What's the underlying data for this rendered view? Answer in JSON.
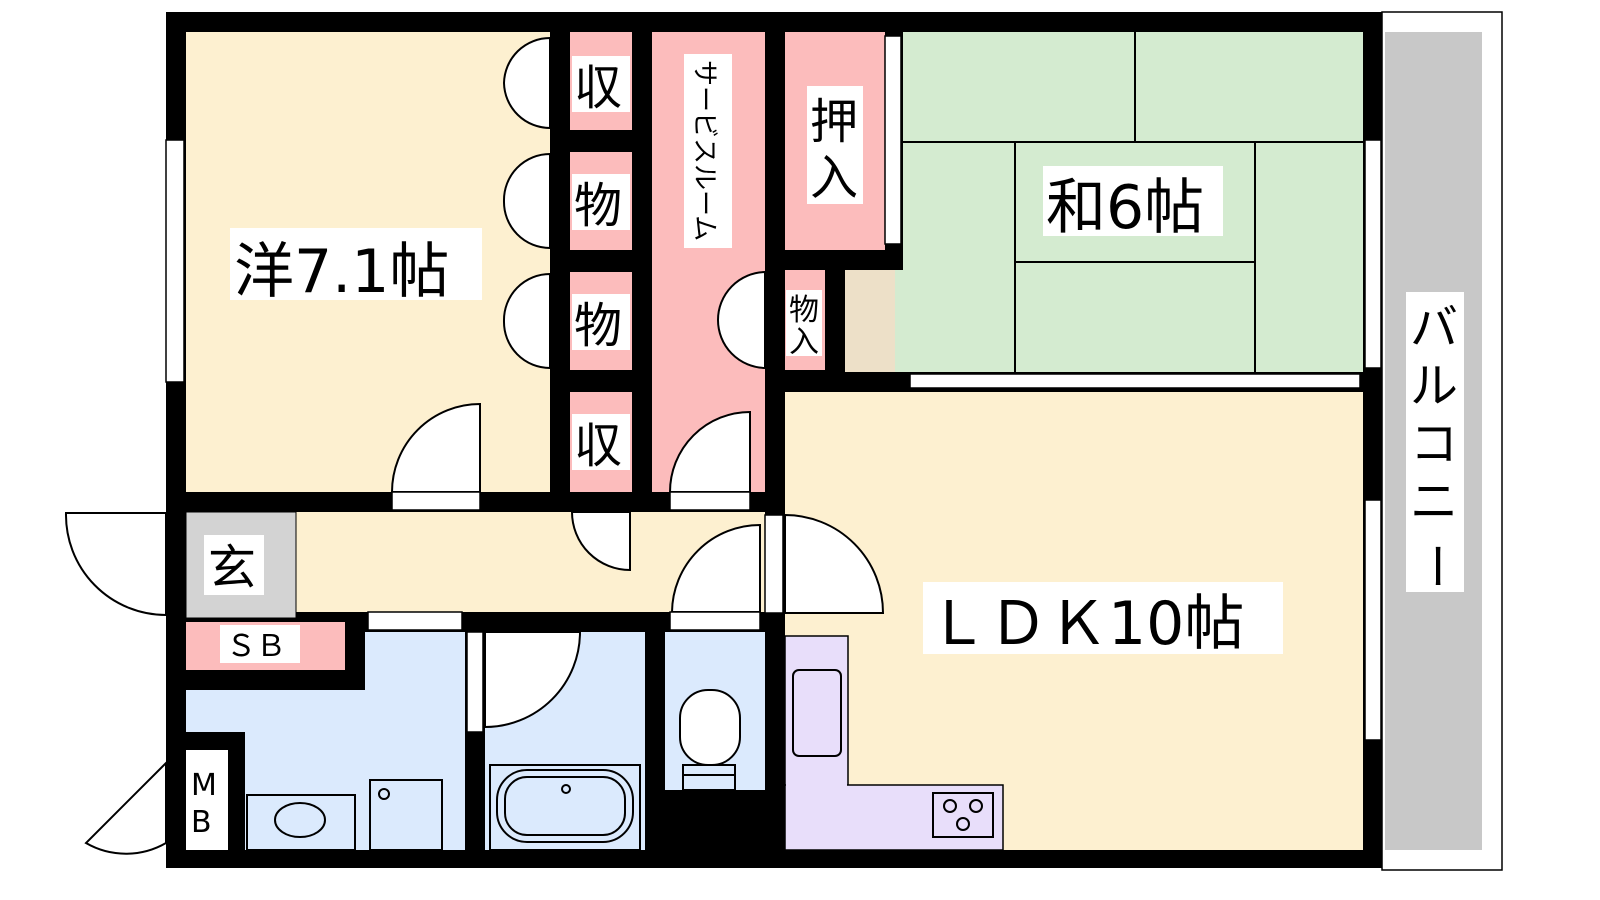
{
  "rooms": {
    "western": "洋7.1帖",
    "japanese": "和6帖",
    "ldk": "ＬＤＫ10帖",
    "service_room": "サービスルーム",
    "oshiire": [
      "押",
      "入"
    ],
    "storage": [
      "収",
      "物",
      "物",
      "収"
    ],
    "monoire": [
      "物",
      "入"
    ],
    "genkan": "玄",
    "shoe_box": "ＳＢ",
    "meter_box": [
      "M",
      "B"
    ],
    "balcony": [
      "バ",
      "ル",
      "コ",
      "ニ",
      "ー"
    ]
  },
  "colors": {
    "western": "#fdf0d0",
    "storage": "#fcbcbc",
    "japanese": "#d4ebd0",
    "wet": "#dbeafd",
    "kitchen": "#e8defa",
    "genkan": "#d3d3d3",
    "balcony": "#c8c8c8"
  }
}
